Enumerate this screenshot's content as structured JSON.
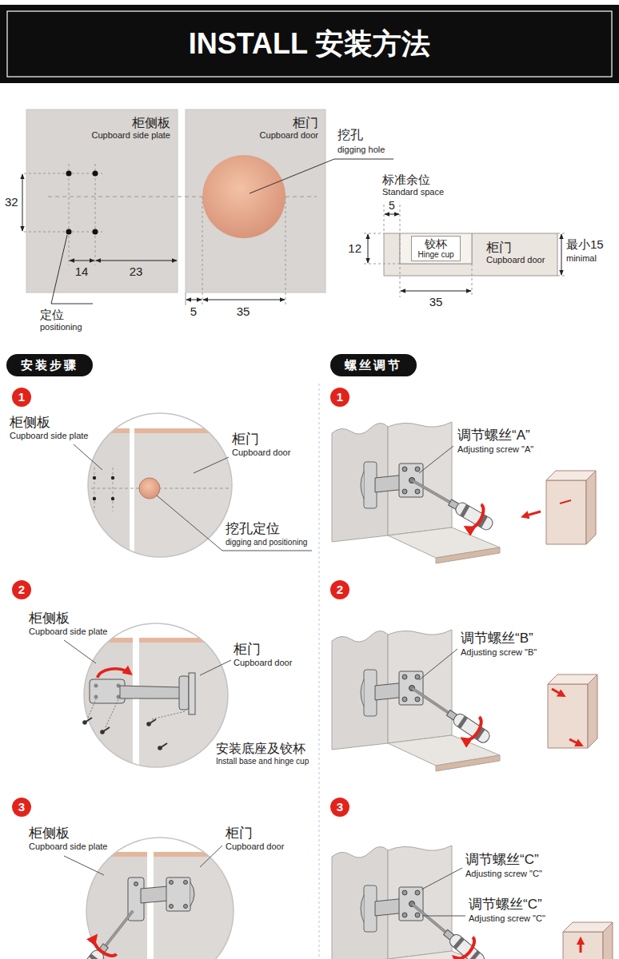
{
  "diagram": {
    "title": "INSTALL 安装方法",
    "nodes": [
      {
        "text": [
          "柜侧板",
          "Cupboard side plate"
        ]
      },
      {
        "text": [
          "柜门",
          "Cupboard door"
        ]
      },
      {
        "text": [
          "柜门",
          "Cupboard door"
        ]
      },
      {
        "text": [
          "铰杯",
          "Hinge cup"
        ],
        "in": 2
      },
      {
        "text": [
          "安装步骤"
        ]
      },
      {
        "text": [
          "螺丝调节"
        ]
      },
      {
        "text": [
          "1"
        ]
      },
      {
        "text": [
          "1"
        ]
      },
      {
        "text": [
          "2"
        ]
      },
      {
        "text": [
          "2"
        ]
      },
      {
        "text": [
          "3"
        ]
      },
      {
        "text": [
          "3"
        ]
      }
    ],
    "labels": [
      "32",
      "14",
      "23",
      "定位",
      "positioning",
      "挖孔",
      "digging hole",
      "5",
      "35",
      "标准余位",
      "Standard space",
      "5",
      "12",
      "最小15",
      "minimal",
      "35",
      "柜侧板",
      "Cupboard side plate",
      "柜门",
      "Cupboard door",
      "挖孔定位",
      "digging and positioning",
      "调节螺丝“A”",
      "Adjusting screw \"A\"",
      "柜侧板",
      "Cupboard side plate",
      "柜门",
      "Cupboard door",
      "安装底座及铰杯",
      "Install base and hinge cup",
      "调节螺丝“B”",
      "Adjusting screw \"B\"",
      "柜侧板",
      "Cupboard side plate",
      "柜门",
      "Cupboard door",
      "调节螺丝“C”",
      "Adjusting screw \"C\"",
      "调节螺丝“C”",
      "Adjusting screw \"C\""
    ]
  }
}
